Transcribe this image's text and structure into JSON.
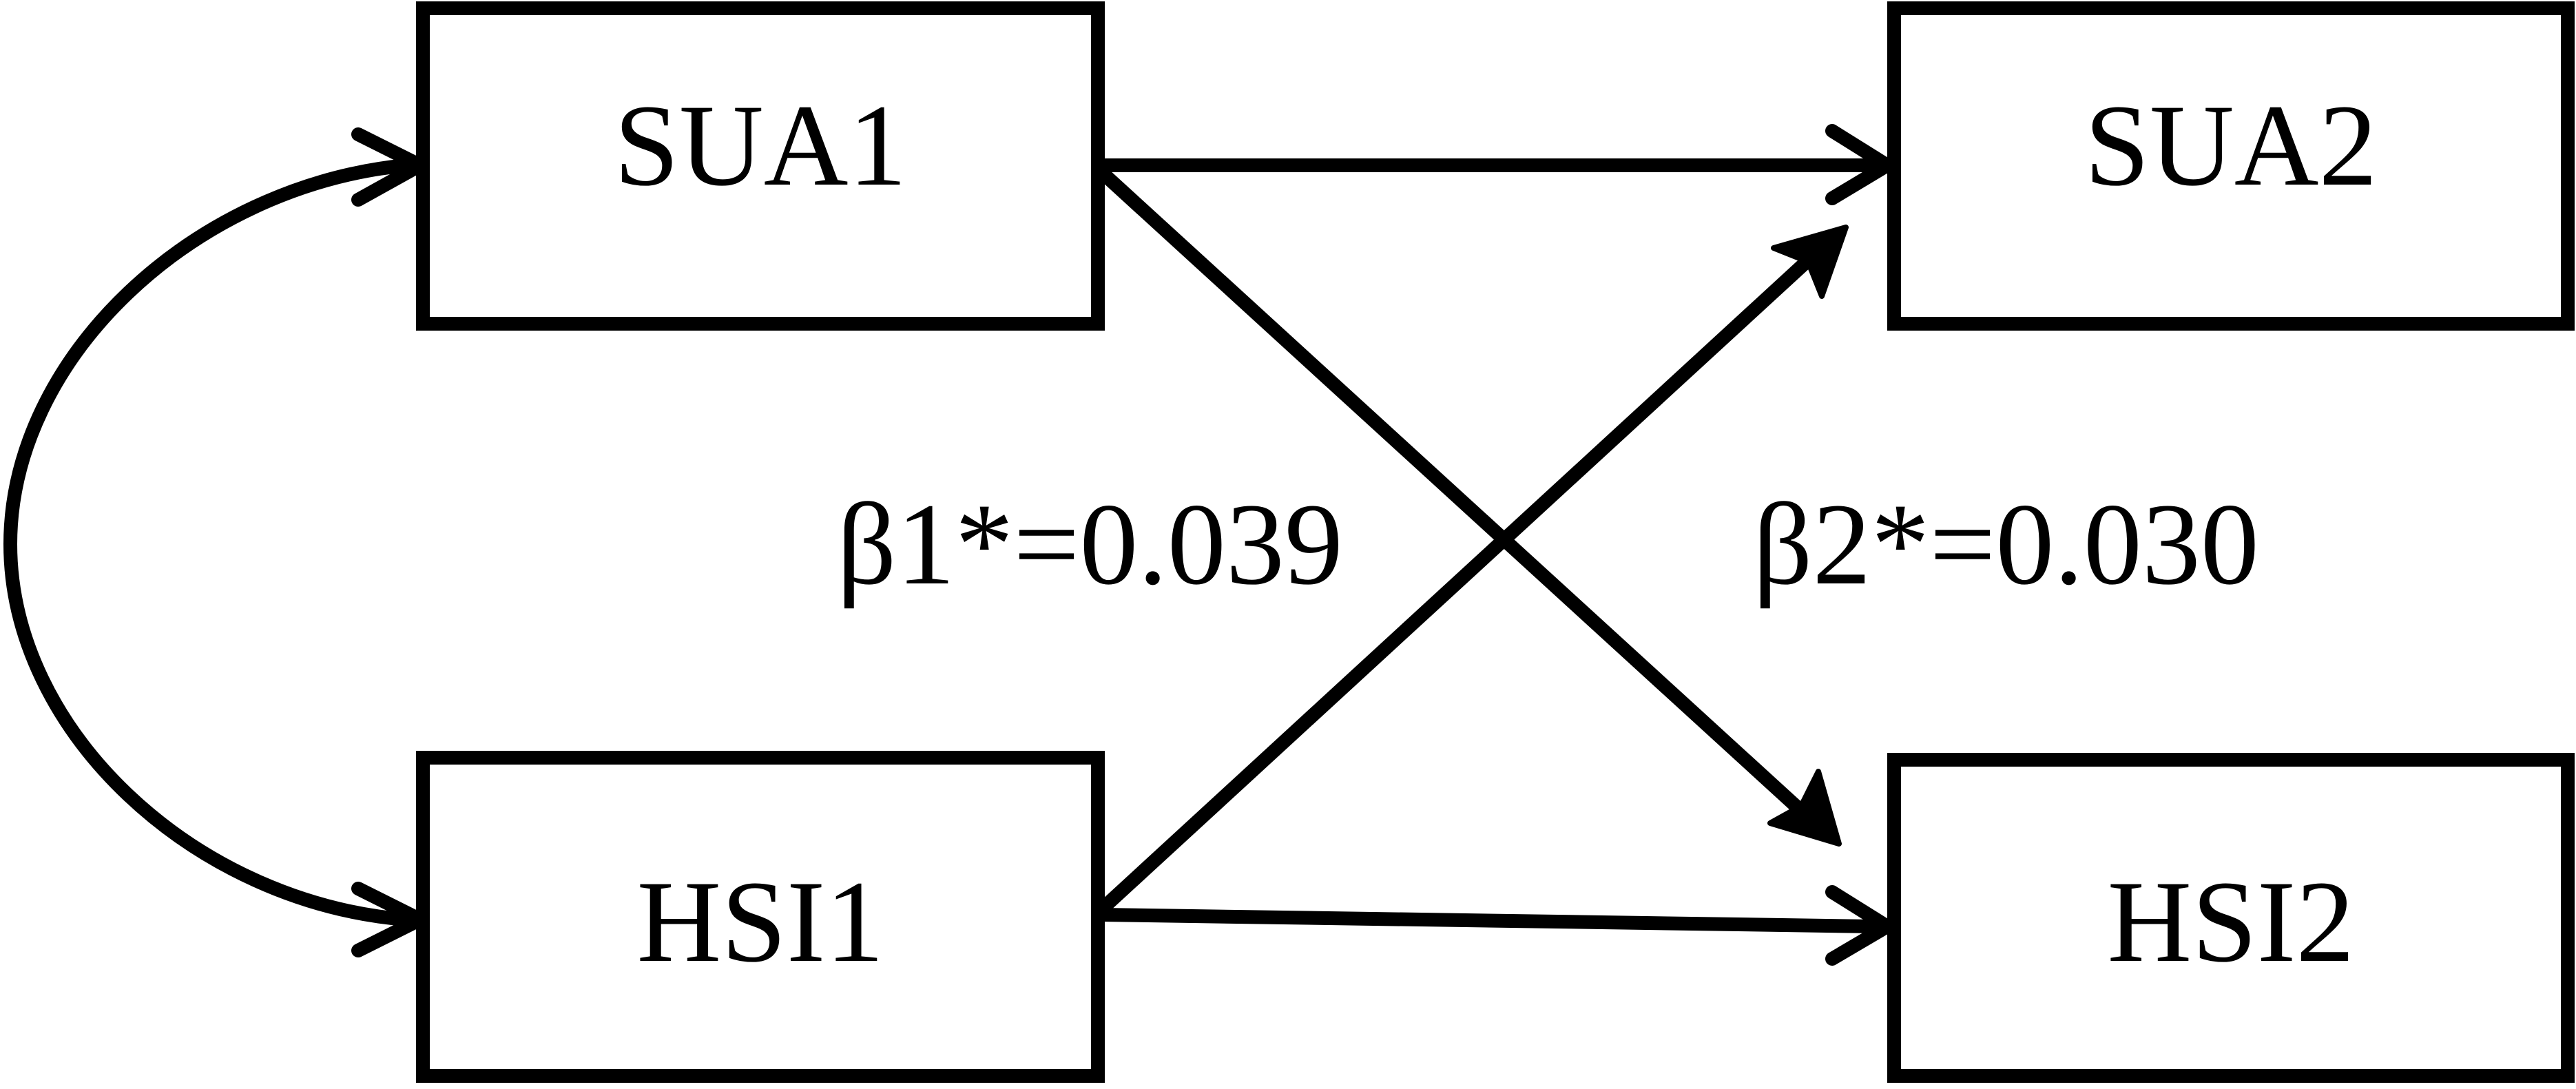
{
  "nodes": {
    "sua1": "SUA1",
    "sua2": "SUA2",
    "hsi1": "HSI1",
    "hsi2": "HSI2"
  },
  "coefficients": {
    "beta1": "β1*=0.039",
    "beta2": "β2*=0.030"
  },
  "colors": {
    "stroke": "#000000",
    "background": "#ffffff"
  }
}
